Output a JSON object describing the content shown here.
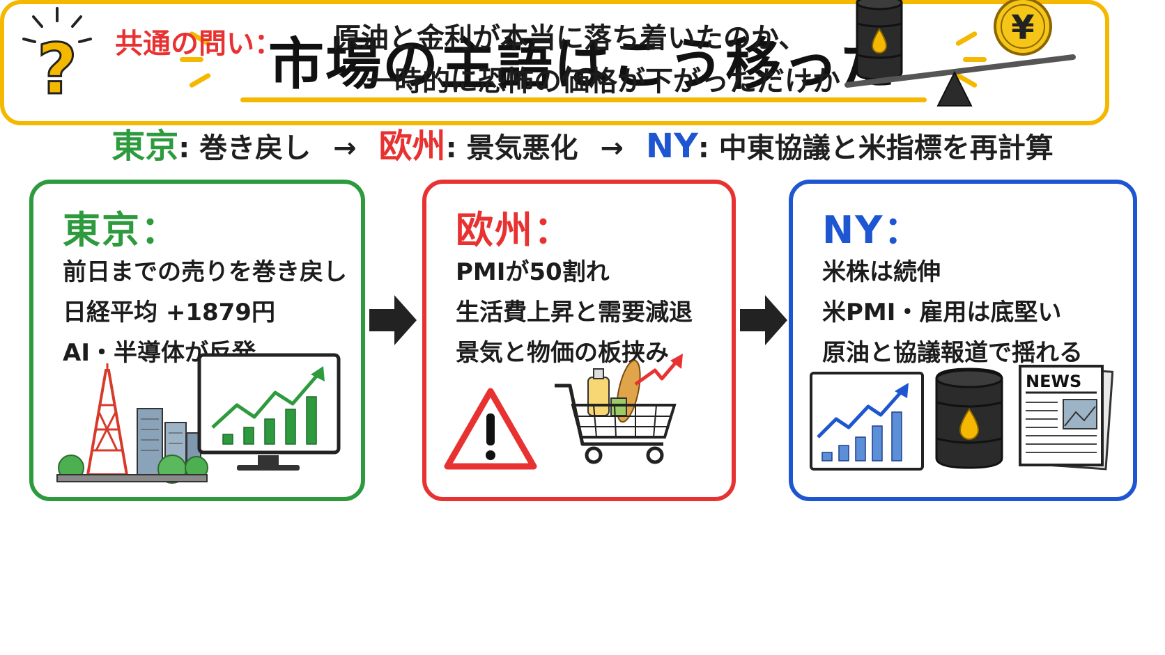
{
  "title": "市場の主語はこう移った",
  "flow": {
    "tokyo_city": "東京",
    "tokyo_desc": "巻き戻し",
    "europe_city": "欧州",
    "europe_desc": "景気悪化",
    "ny_city": "NY",
    "ny_desc": "中東協議と米指標を再計算",
    "separator": ":",
    "arrow": "→"
  },
  "boxes": {
    "tokyo": {
      "title": "東京：",
      "lines": [
        "前日までの売りを巻き戻し",
        "日経平均 +1879円",
        "AI・半導体が反発"
      ]
    },
    "europe": {
      "title": "欧州：",
      "lines": [
        "PMIが50割れ",
        "生活費上昇と需要減退",
        "景気と物価の板挟み"
      ]
    },
    "ny": {
      "title": "NY：",
      "lines": [
        "米株は続伸",
        "米PMI・雇用は底堅い",
        "原油と協議報道で揺れる"
      ],
      "news_label": "NEWS"
    }
  },
  "question": {
    "label": "共通の問い：",
    "lines": [
      "原油と金利が本当に落ち着いたのか、",
      "一時的に恐怖の価格が下がっただけか"
    ],
    "question_mark": "?",
    "yen_symbol": "¥"
  },
  "colors": {
    "tokyo": "#2d9a3e",
    "europe": "#e83232",
    "ny": "#1e55d0",
    "accent": "#f5b800"
  }
}
